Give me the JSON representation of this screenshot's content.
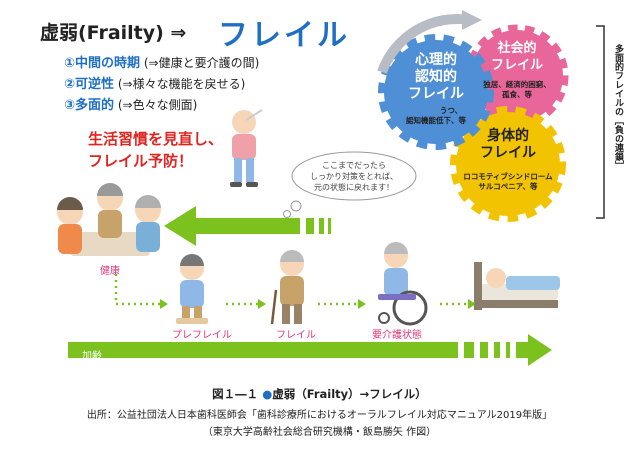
{
  "title": {
    "left": "虚弱(Frailty) ⇒",
    "right": "フレイル"
  },
  "points": [
    {
      "num": "①",
      "term": "中間の時期",
      "note": "(⇒健康と要介護の間)"
    },
    {
      "num": "②",
      "term": "可逆性",
      "note": "(⇒様々な機能を戻せる)"
    },
    {
      "num": "③",
      "term": "多面的",
      "note": "(⇒色々な側面)"
    }
  ],
  "slogan": [
    "生活習慣を見直し、",
    "フレイル予防！"
  ],
  "thought_bubble": [
    "ここまでだったら",
    "しっかり対策をとれば、",
    "元の状態に戻れます！"
  ],
  "gears": {
    "psych": {
      "title": [
        "心理的",
        "認知的",
        "フレイル"
      ],
      "sub": [
        "うつ、",
        "認知機能低下、等"
      ],
      "color": "#4f8fd6"
    },
    "social": {
      "title": [
        "社会的",
        "フレイル"
      ],
      "sub": [
        "独居、経済的困窮、",
        "孤食、等"
      ],
      "color": "#e9669a"
    },
    "physical": {
      "title": [
        "身体的",
        "フレイル"
      ],
      "sub": [
        "ロコモティブシンドローム",
        "サルコペニア、等"
      ],
      "color": "#f2c300"
    }
  },
  "side_label": "多面的フレイルの［負の連鎖］",
  "stages": [
    "健康",
    "プレフレイル",
    "フレイル",
    "要介護状態"
  ],
  "aging_label": "加齢",
  "colors": {
    "blue": "#1f6fc4",
    "green": "#7cc21e",
    "red": "#e0241f",
    "pink": "#e4357a"
  },
  "caption": {
    "prefix": "図１―１",
    "dot": "●",
    "text": "虚弱（Frailty）→フレイル）"
  },
  "source": [
    "出所：公益社団法人日本歯科医師会「歯科診療所におけるオーラルフレイル対応マニュアル2019年版」",
    "（東京大学高齢社会総合研究機構・飯島勝矢 作図）"
  ]
}
